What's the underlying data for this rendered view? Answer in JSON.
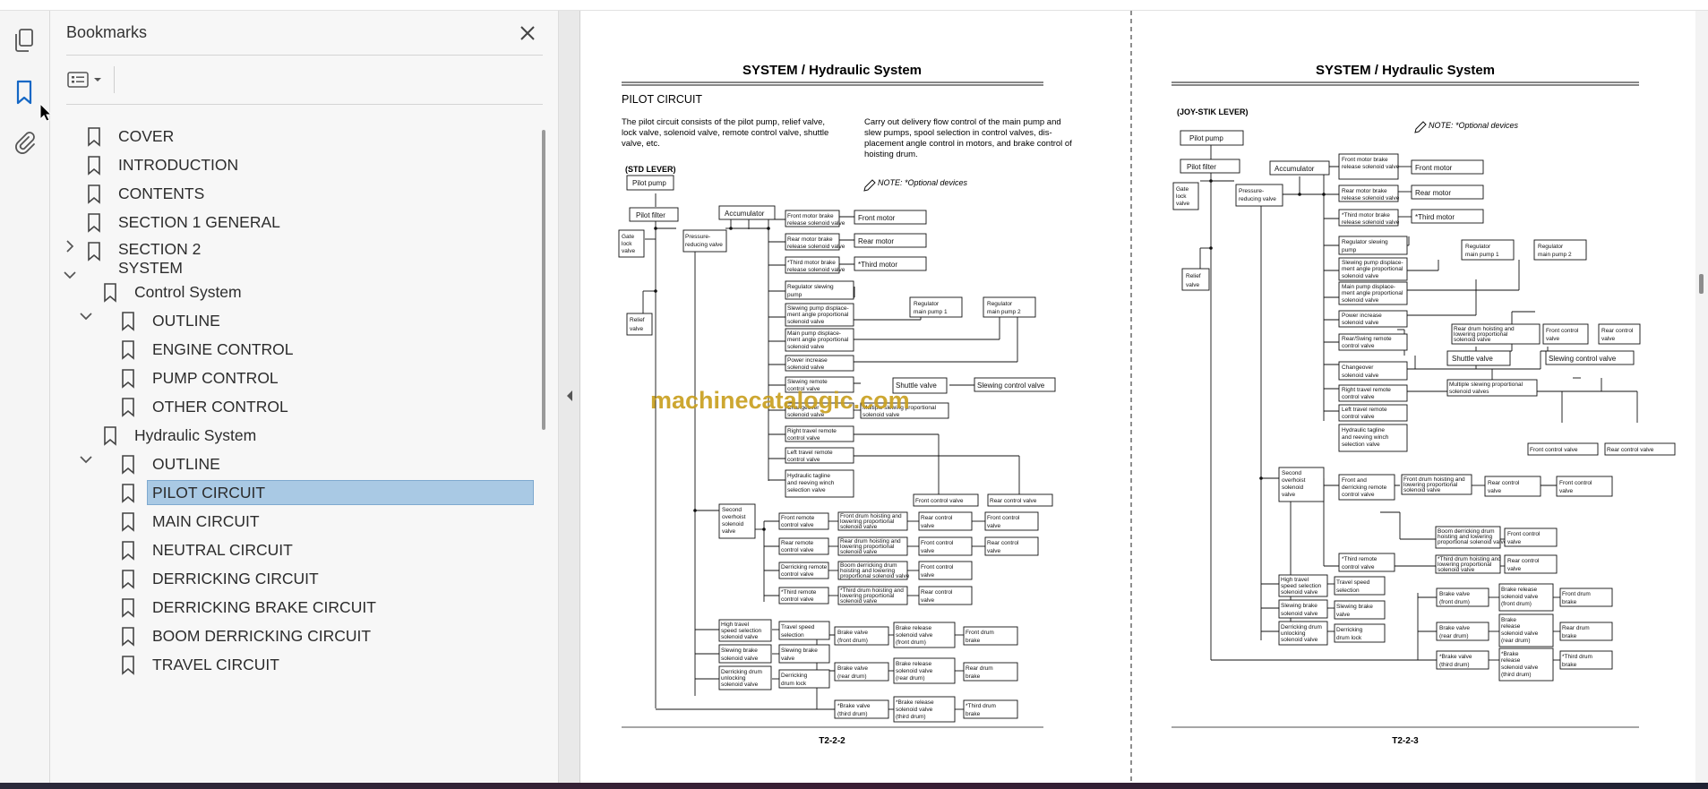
{
  "sidebar_rail": {
    "icons": [
      "pages-icon",
      "bookmark-icon",
      "attachment-icon"
    ]
  },
  "bookmarks_panel": {
    "title": "Bookmarks",
    "items": [
      {
        "label": "COVER"
      },
      {
        "label": "INTRODUCTION"
      },
      {
        "label": "CONTENTS"
      },
      {
        "label": "SECTION 1 GENERAL"
      },
      {
        "label": "SECTION 2",
        "label2": "SYSTEM"
      },
      {
        "label": "Control System"
      },
      {
        "label": "OUTLINE"
      },
      {
        "label": "ENGINE CONTROL"
      },
      {
        "label": "PUMP CONTROL"
      },
      {
        "label": "OTHER CONTROL"
      },
      {
        "label": "Hydraulic System"
      },
      {
        "label": "OUTLINE"
      },
      {
        "label": "PILOT CIRCUIT"
      },
      {
        "label": "MAIN CIRCUIT"
      },
      {
        "label": "NEUTRAL CIRCUIT"
      },
      {
        "label": "DERRICKING CIRCUIT"
      },
      {
        "label": "DERRICKING BRAKE CIRCUIT"
      },
      {
        "label": "BOOM DERRICKING CIRCUIT"
      },
      {
        "label": "TRAVEL CIRCUIT"
      }
    ]
  },
  "page_left": {
    "header": "SYSTEM / Hydraulic System",
    "section": "PILOT CIRCUIT",
    "para1": [
      "The pilot circuit consists of the pilot pump, relief valve,",
      "lock valve, solenoid valve, remote control valve, shuttle",
      "valve, etc."
    ],
    "para2": [
      "Carry out delivery flow control of the main pump and",
      "slew pumps, spool selection in control valves, dis-",
      "placement angle control in motors, and brake control of",
      "hoisting drum."
    ],
    "note": "NOTE:  *Optional devices",
    "diagram_label": "(STD LEVER)",
    "page_number": "T2-2-2"
  },
  "page_right": {
    "header": "SYSTEM / Hydraulic System",
    "diagram_label": "(JOY-STIK LEVER)",
    "note": "NOTE:  *Optional devices",
    "page_number": "T2-2-3"
  },
  "watermark": "machinecatalogic.com",
  "diagram_labels": {
    "pilot_pump": "Pilot pump",
    "pilot_filter": "Pilot filter",
    "accumulator": "Accumulator",
    "gate_lock": [
      "Gate",
      "lock",
      "valve"
    ],
    "pressure_reducing": [
      "Pressure-",
      "reducing valve"
    ],
    "relief": [
      "Relief",
      "valve"
    ],
    "front_motor_brake": [
      "Front motor brake",
      "release solenoid valve"
    ],
    "rear_motor_brake": [
      "Rear motor brake",
      "release solenoid valve"
    ],
    "third_motor_brake": [
      "*Third motor brake",
      "release solenoid valve"
    ],
    "front_motor": "Front motor",
    "rear_motor": "Rear motor",
    "third_motor": "*Third motor",
    "reg_slewing": [
      "Regulator slewing",
      "pump"
    ],
    "slewing_pump_disp": [
      "Slewing pump displace-",
      "ment angle proportional",
      "solenoid valve"
    ],
    "main_pump_disp": [
      "Main pump displace-",
      "ment angle proportional",
      "solenoid valve"
    ],
    "reg_main1": [
      "Regulator",
      "main pump 1"
    ],
    "reg_main2": [
      "Regulator",
      "main pump 2"
    ],
    "power_increase": [
      "Power increase",
      "solenoid valve"
    ],
    "slewing_remote": [
      "Slewing remote",
      "control valve"
    ],
    "rear_slewing_remote": [
      "Rear/Swing remote",
      "control valve"
    ],
    "shuttle": "Shuttle valve",
    "slewing_control": "Slewing control valve",
    "changeover": [
      "Changeover",
      "solenoid valve"
    ],
    "multiple_slewing": [
      "Multiple slewing proportional",
      "solenoid valve"
    ],
    "multiple_slewing2": [
      "Multiple slewing proportional",
      "solenoid valves"
    ],
    "right_travel": [
      "Right travel remote",
      "control valve"
    ],
    "left_travel": [
      "Left travel remote",
      "control valve"
    ],
    "tagline": [
      "Hydraulic tagline",
      "and reeving winch",
      "selection valve"
    ],
    "front_control": "Front control valve",
    "rear_control": "Rear control valve",
    "second_overhoist": [
      "Second",
      "overhoist",
      "solenoid",
      "valve"
    ],
    "front_remote": [
      "Front remote",
      "control valve"
    ],
    "rear_remote": [
      "Rear remote",
      "control valve"
    ],
    "derricking_remote": [
      "Derricking remote",
      "control valve"
    ],
    "third_remote": [
      "*Third remote",
      "control valve"
    ],
    "front_drum_hoist": [
      "Front drum hoisting and",
      "lowering proportional",
      "solenoid valve"
    ],
    "rear_drum_hoist": [
      "Rear drum hoisting and",
      "lowering proportional",
      "solenoid valve"
    ],
    "boom_derricking": [
      "Boom derricking drum",
      "hoisting and lowering",
      "proportional solenoid valve"
    ],
    "third_drum_hoist": [
      "*Third drum hoisting and",
      "lowering proportional",
      "solenoid valve"
    ],
    "rear_control_v": [
      "Rear control",
      "valve"
    ],
    "front_control_v": [
      "Front control",
      "valve"
    ],
    "front_derricking_remote": [
      "Front and",
      "derricking remote",
      "control valve"
    ],
    "high_travel": [
      "High travel",
      "speed selection",
      "solenoid valve"
    ],
    "travel_speed": [
      "Travel speed",
      "selection"
    ],
    "slewing_brake_sol": [
      "Slewing brake",
      "solenoid valve"
    ],
    "slewing_brake": [
      "Slewing brake",
      "valve"
    ],
    "derricking_drum_unlock": [
      "Derricking drum",
      "unlocking",
      "solenoid valve"
    ],
    "derricking_drum_lock": [
      "Derricking",
      "drum lock"
    ],
    "brake_front": [
      "Brake valve",
      "(front drum)"
    ],
    "brake_rear": [
      "Brake valve",
      "(rear drum)"
    ],
    "brake_third": [
      "*Brake valve",
      "(third drum)"
    ],
    "brake_rel_front": [
      "Brake release",
      "solenoid valve",
      "(front drum)"
    ],
    "brake_rel_rear": [
      "Brake release",
      "solenoid valve",
      "(rear drum)"
    ],
    "brake_rel_third": [
      "*Brake release",
      "solenoid valve",
      "(third drum)"
    ],
    "brake_rel_front_r": [
      "Brake release",
      "solenoid valve",
      "(front drum)"
    ],
    "brake_rel_rear_r": [
      "Brake",
      "release",
      "solenoid valve",
      "(rear drum)"
    ],
    "brake_rel_third_r": [
      "*Brake",
      "release",
      "solenoid valve",
      "(third drum)"
    ],
    "front_drum_brake": [
      "Front drum",
      "brake"
    ],
    "rear_drum_brake": [
      "Rear drum",
      "brake"
    ],
    "third_drum_brake": [
      "*Third drum",
      "brake"
    ]
  }
}
